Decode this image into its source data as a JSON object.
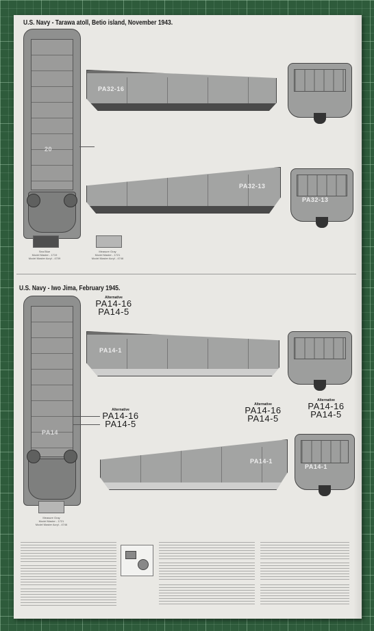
{
  "sections": [
    {
      "title": "U.S. Navy - Tarawa atoll, Betio island, November 1943.",
      "markings": {
        "hull_upper": "PA32-16",
        "hull_lower": "PA32-13",
        "front_lower": "PA32-13",
        "plan": "20"
      },
      "paints": [
        {
          "name": "Sea Blue",
          "line1": "Model Master - 1719",
          "line2": "Model Master Acryl - 4709",
          "color": "#4e4e4e"
        },
        {
          "name": "Measure Gray",
          "line1": "Model Master - 1721",
          "line2": "Model Master Acryl - 4746",
          "color": "#b6b6b5"
        }
      ]
    },
    {
      "title": "U.S. Navy - Iwo Jima, February 1945.",
      "markings": {
        "hull_upper": "PA14-1",
        "hull_lower": "PA14-1",
        "front_lower": "PA14-1",
        "plan": "PA14"
      },
      "alternatives": [
        {
          "head": "Alternative",
          "lines": [
            "PA14-16",
            "PA14-5"
          ]
        },
        {
          "head": "Alternative",
          "lines": [
            "PA14-16",
            "PA14-5"
          ]
        },
        {
          "head": "Alternative",
          "lines": [
            "PA14-16",
            "PA14-5"
          ]
        },
        {
          "head": "Alternative",
          "lines": [
            "PA14-16",
            "PA14-5"
          ]
        }
      ],
      "paints": [
        {
          "name": "Measure Gray",
          "line1": "Model Master - 1721",
          "line2": "Model Master Acryl - 4746",
          "color": "#b6b6b5"
        }
      ]
    }
  ],
  "colors": {
    "sheet": "#e9e8e4",
    "mat": "#2e5b3b",
    "hull": "#a3a4a3",
    "waterline": "#4a4a4a"
  }
}
